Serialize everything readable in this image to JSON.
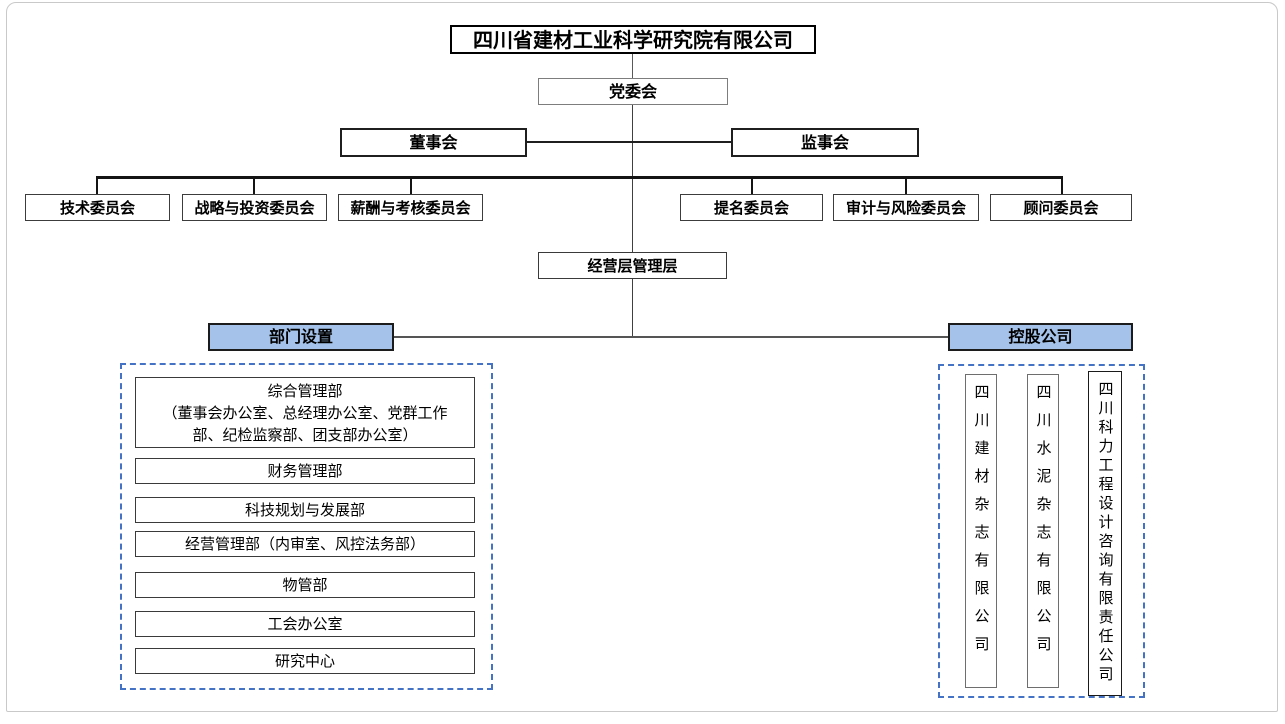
{
  "org": {
    "title": "四川省建材工业科学研究院有限公司",
    "party_committee": "党委会",
    "board_of_directors": "董事会",
    "supervisory_board": "监事会",
    "committees": [
      "技术委员会",
      "战略与投资委员会",
      "薪酬与考核委员会",
      "提名委员会",
      "审计与风险委员会",
      "顾问委员会"
    ],
    "management": "经营层管理层",
    "departments_section": {
      "header": "部门设置",
      "items": [
        {
          "name": "综合管理部",
          "detail": "（董事会办公室、总经理办公室、党群工作\n部、纪检监察部、团支部办公室）"
        },
        {
          "name": "财务管理部"
        },
        {
          "name": "科技规划与发展部"
        },
        {
          "name": "经营管理部（内审室、风控法务部）"
        },
        {
          "name": "物管部"
        },
        {
          "name": "工会办公室"
        },
        {
          "name": "研究中心"
        }
      ]
    },
    "holdings_section": {
      "header": "控股公司",
      "items": [
        "四川建材杂志有限公司",
        "四川水泥杂志有限公司",
        "四川科力工程设计咨询有限责任公司"
      ]
    },
    "colors": {
      "section_header_fill": "#a5c3ea",
      "dashed_border": "#4472c4",
      "connector_line": "#404040"
    }
  }
}
